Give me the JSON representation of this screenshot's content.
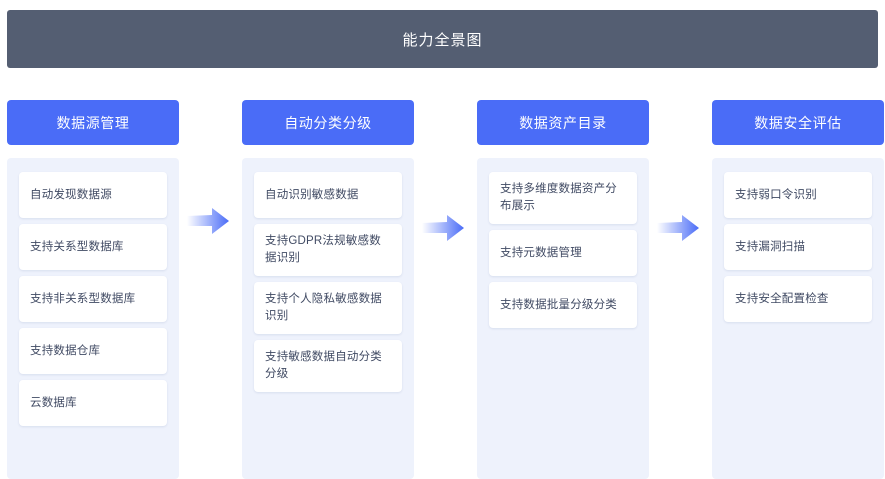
{
  "banner": {
    "title": "能力全景图"
  },
  "colors": {
    "banner_bg": "#545e72",
    "header_bg": "#4a6cf7",
    "panel_bg": "#eef2fc",
    "card_bg": "#ffffff",
    "card_text": "#404a63",
    "arrow_from": "#ffffff",
    "arrow_to": "#4a6cf7"
  },
  "columns": [
    {
      "header": "数据源管理",
      "items": [
        "自动发现数据源",
        "支持关系型数据库",
        "支持非关系型数据库",
        "支持数据仓库",
        "云数据库"
      ]
    },
    {
      "header": "自动分类分级",
      "items": [
        "自动识别敏感数据",
        "支持GDPR法规敏感数据识别",
        "支持个人隐私敏感数据识别",
        "支持敏感数据自动分类分级"
      ]
    },
    {
      "header": "数据资产目录",
      "items": [
        "支持多维度数据资产分布展示",
        "支持元数据管理",
        "支持数据批量分级分类"
      ]
    },
    {
      "header": "数据安全评估",
      "items": [
        "支持弱口令识别",
        "支持漏洞扫描",
        "支持安全配置检查"
      ]
    }
  ],
  "arrows": [
    {
      "name": "arrow-datasource-to-classify"
    },
    {
      "name": "arrow-classify-to-catalog"
    },
    {
      "name": "arrow-catalog-to-assessment"
    }
  ]
}
